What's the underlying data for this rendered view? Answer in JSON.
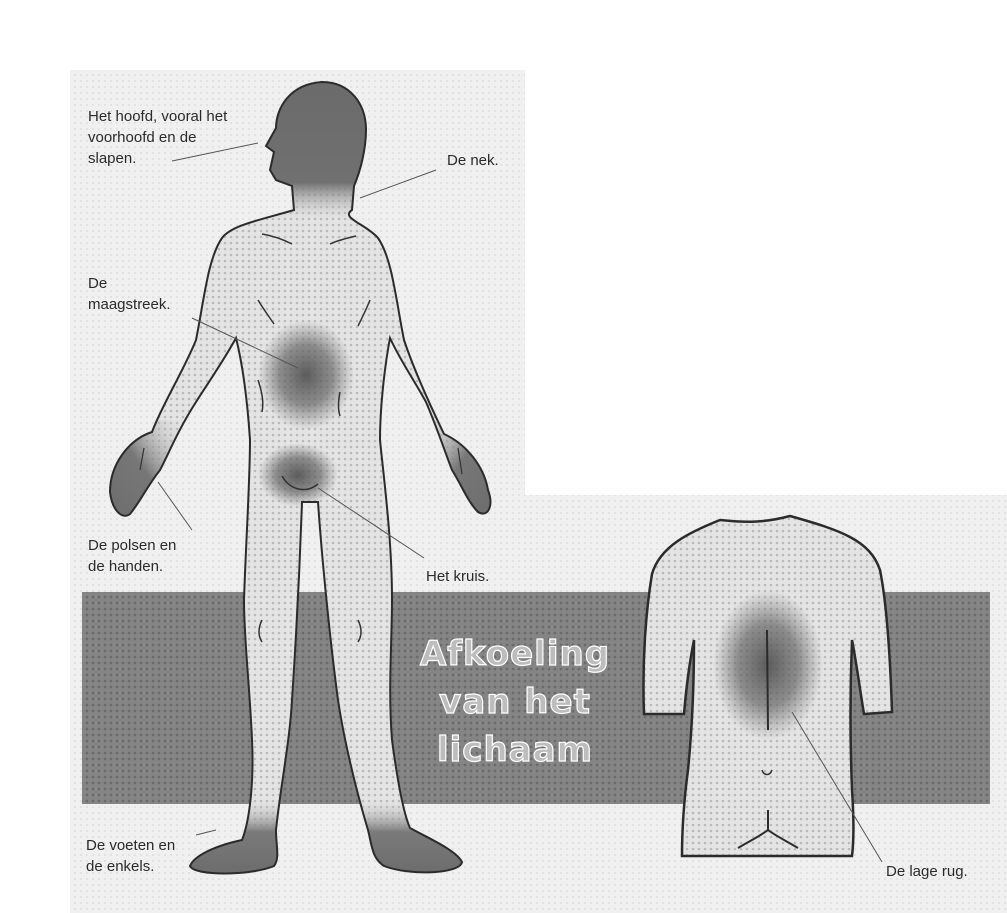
{
  "title": {
    "lines": [
      "Afkoeling",
      "van het",
      "lichaam"
    ]
  },
  "labels": {
    "head": "Het hoofd, vooral het\nvoorhoofd en de\nslapen.",
    "neck": "De nek.",
    "stomach": "De\nmaagstreek.",
    "wrists": "De polsen en\nde handen.",
    "groin": "Het kruis.",
    "feet": "De voeten en\nde enkels.",
    "lower_back": "De lage rug."
  },
  "colors": {
    "band": "#8a8a8a",
    "panel": "#ededed",
    "body_fill": "#d7d7d7",
    "cold_zone": "#6e6e6e",
    "outline": "#2b2b2b"
  }
}
